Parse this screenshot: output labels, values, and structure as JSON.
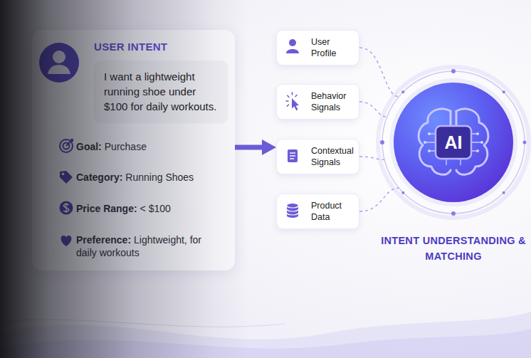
{
  "diagram": {
    "nodes": [
      {
        "text": [
          "USER INTENT"
        ]
      },
      {
        "text": [
          "I want a lightweight running shoe under $100 for daily workouts."
        ],
        "in": 0
      },
      {
        "text": [
          "User Profile"
        ]
      },
      {
        "text": [
          "Behavior Signals"
        ]
      },
      {
        "text": [
          "Contextual Signals"
        ]
      },
      {
        "text": [
          "Product Data"
        ]
      },
      {
        "text": [
          "AI",
          "INTENT UNDERSTANDING & MATCHING"
        ]
      }
    ],
    "edges": [
      {
        "from": 0,
        "to": 4,
        "arrow": "to"
      },
      {
        "from": 2,
        "to": 6,
        "arrow": "none"
      },
      {
        "from": 3,
        "to": 6,
        "arrow": "none"
      },
      {
        "from": 4,
        "to": 6,
        "arrow": "none"
      },
      {
        "from": 5,
        "to": 6,
        "arrow": "none"
      }
    ],
    "labels": [
      "Goal:",
      "Purchase",
      "Category:",
      "Running Shoes",
      "Price Range:",
      "< $100",
      "Preference:",
      "Lightweight, for daily workouts"
    ]
  }
}
